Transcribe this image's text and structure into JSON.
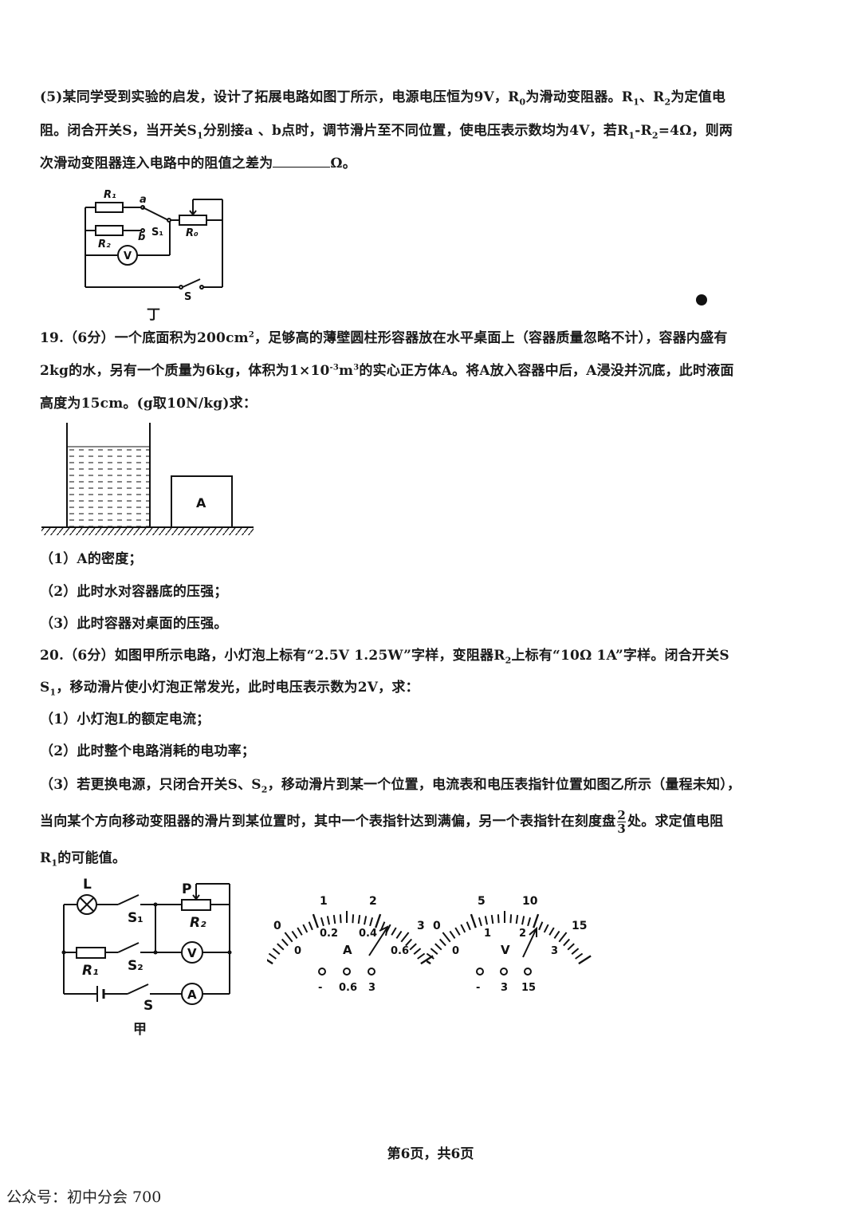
{
  "q18_5": {
    "l1_a": "(5)某同学受到实验的启发，设计了拓展电路如图丁所示，电源电压恒为9V，R",
    "l1_b": "0",
    "l1_c": "为滑动变阻器。R",
    "l1_d": "1",
    "l1_e": "、R",
    "l1_f": "2",
    "l1_g": "为定值电",
    "l2_a": "阻。闭合开关S，当开关S",
    "l2_b": "1",
    "l2_c": "分别接a 、b点时，调节滑片至不同位置，使电压表示数均为4V，若R",
    "l2_d": "1",
    "l2_e": "-R",
    "l2_f": "2",
    "l2_g": "=4Ω，则两",
    "l3_a": "次滑动变阻器连入电路中的阻值之差为",
    "l3_b": "Ω。",
    "fig_label": "丁",
    "fig": {
      "R1": "R₁",
      "R2": "R₂",
      "R0": "R₀",
      "a": "a",
      "b": "b",
      "S1": "S₁",
      "S": "S",
      "V": "V"
    }
  },
  "q19": {
    "l1_a": "19.（6分）一个底面积为200cm",
    "l1_sup": "2",
    "l1_b": "，足够高的薄壁圆柱形容器放在水平桌面上（容器质量忽略不计），容器内盛有",
    "l2_a": "2kg的水，另有一个质量为6kg，体积为1×10",
    "l2_sup1": "-3",
    "l2_b": "m",
    "l2_sup2": "3",
    "l2_c": "的实心正方体A。将A放入容器中后，A浸没并沉底，此时液面",
    "l3": "高度为15cm。(g取10N/kg)求：",
    "block_label": "A",
    "p1": "（1）A的密度；",
    "p2": "（2）此时水对容器底的压强；",
    "p3": "（3）此时容器对桌面的压强。"
  },
  "q20": {
    "l1_a": "20.（6分）如图甲所示电路，小灯泡上标有“2.5V 1.25W”字样，变阻器R",
    "l1_b": "2",
    "l1_c": "上标有“10Ω 1A”字样。闭合开关S",
    "l2_a": "S",
    "l2_b": "1",
    "l2_c": "，移动滑片使小灯泡正常发光，此时电压表示数为2V，求：",
    "p1": "（1）小灯泡L的额定电流；",
    "p2": "（2）此时整个电路消耗的电功率；",
    "p3_a": "（3）若更换电源，只闭合开关S、S",
    "p3_b": "2",
    "p3_c": "，移动滑片到某一个位置，电流表和电压表指针位置如图乙所示（量程未知），",
    "p4_a": "当向某个方向移动变阻器的滑片到某位置时，其中一个表指针达到满偏，另一个表指针在刻度盘",
    "frac_num": "2",
    "frac_den": "3",
    "p4_b": "处。求定值电阻",
    "p5_a": "R",
    "p5_b": "1",
    "p5_c": "的可能值。",
    "fig_label": "甲",
    "fig": {
      "L": "L",
      "P": "P",
      "S1": "S₁",
      "S2": "S₂",
      "R1": "R₁",
      "R2": "R₂",
      "S": "S",
      "V": "V",
      "A": "A"
    },
    "ammeter": {
      "top": [
        "0",
        "1",
        "2",
        "3"
      ],
      "bottom": [
        "0",
        "0.2",
        "0.4",
        "0.6"
      ],
      "unit": "A",
      "terminals": [
        "-",
        "0.6",
        "3"
      ]
    },
    "voltmeter": {
      "top": [
        "0",
        "5",
        "10",
        "15"
      ],
      "bottom": [
        "0",
        "1",
        "2",
        "3"
      ],
      "unit": "V",
      "terminals": [
        "-",
        "3",
        "15"
      ]
    }
  },
  "footer": "第6页，共6页",
  "watermark": "公众号：初中分会 700"
}
